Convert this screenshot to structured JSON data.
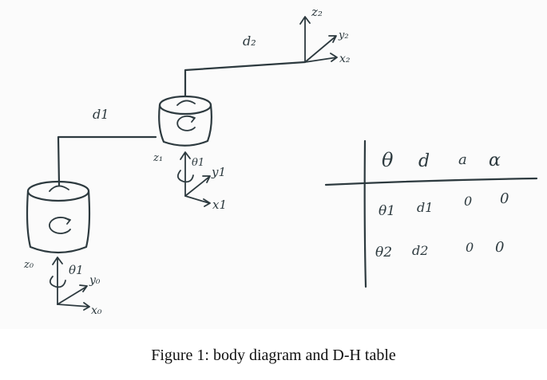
{
  "diagram": {
    "base_frame": {
      "z": "z₀",
      "theta": "θ1",
      "y": "y₀",
      "x": "x₀"
    },
    "joint1_frame": {
      "z": "z₁",
      "theta": "θ1",
      "y": "y1",
      "x": "x1"
    },
    "end_frame": {
      "z": "z₂",
      "y": "y₂",
      "x": "x₂"
    },
    "link1": "d1",
    "link2": "d₂"
  },
  "dh_table": {
    "headers": [
      "θ",
      "d",
      "a",
      "α"
    ],
    "rows": [
      [
        "θ1",
        "d1",
        "0",
        "0"
      ],
      [
        "θ2",
        "d2",
        "0",
        "0"
      ]
    ]
  },
  "caption": "Figure 1: body diagram and D-H table"
}
